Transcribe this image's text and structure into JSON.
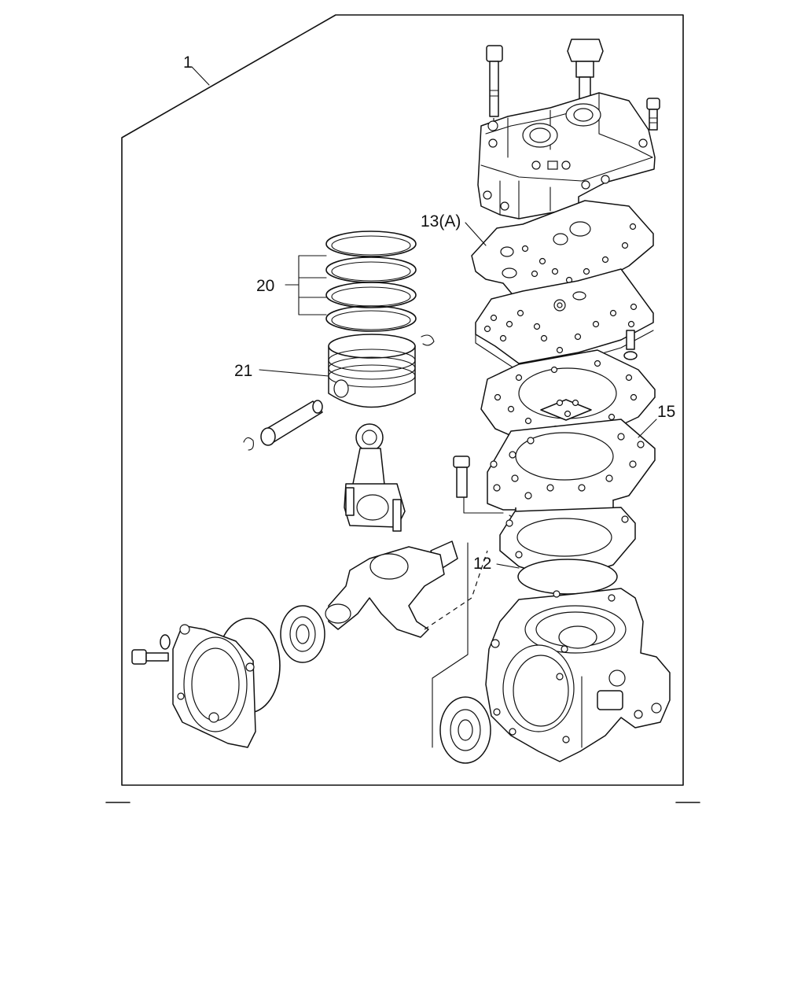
{
  "diagram": {
    "callouts": [
      {
        "id": "1",
        "text": "1"
      },
      {
        "id": "20",
        "text": "20"
      },
      {
        "id": "21",
        "text": "21"
      },
      {
        "id": "13a",
        "text": "13(A)"
      },
      {
        "id": "15",
        "text": "15"
      },
      {
        "id": "12",
        "text": "12"
      }
    ]
  }
}
